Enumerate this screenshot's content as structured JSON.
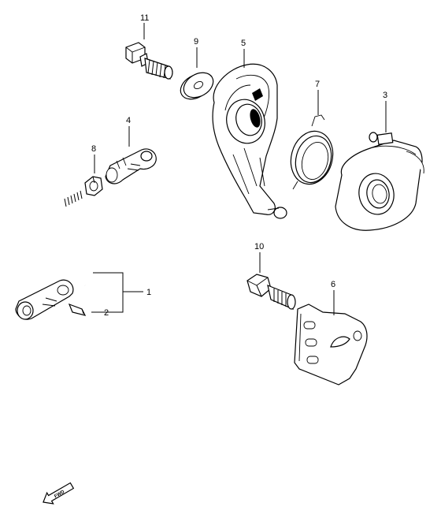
{
  "callouts": {
    "p1": "1",
    "p2": "2",
    "p3": "3",
    "p4": "4",
    "p5": "5",
    "p6": "6",
    "p7": "7",
    "p8": "8",
    "p9": "9",
    "p10": "10",
    "p11": "11"
  },
  "fwd_label": "FWD"
}
